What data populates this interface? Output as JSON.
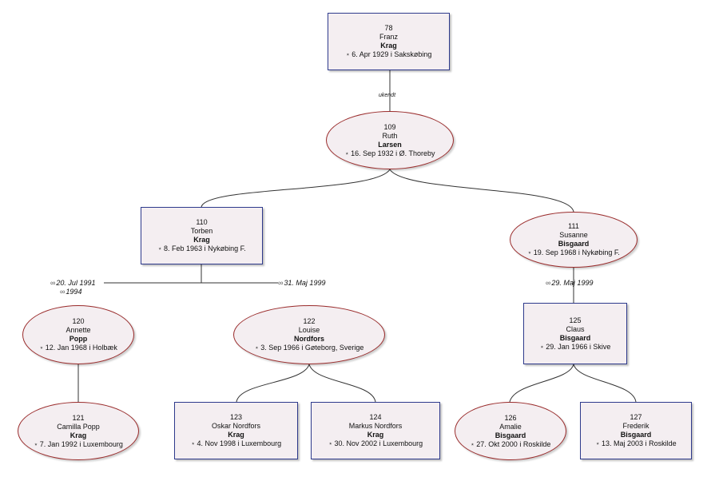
{
  "birth_symbol": "⋆",
  "marriage_symbol": "∞",
  "persons": {
    "p78": {
      "id": "78",
      "given": "Franz",
      "surname": "Krag",
      "birth": "6. Apr 1929 i  Sakskøbing"
    },
    "p109": {
      "id": "109",
      "given": "Ruth",
      "surname": "Larsen",
      "birth": "16. Sep 1932 i  Ø. Thoreby"
    },
    "p110": {
      "id": "110",
      "given": "Torben",
      "surname": "Krag",
      "birth": "8. Feb 1963 i  Nykøbing F."
    },
    "p111": {
      "id": "111",
      "given": "Susanne",
      "surname": "Bisgaard",
      "birth": "19. Sep 1968 i  Nykøbing F."
    },
    "p120": {
      "id": "120",
      "given": "Annette",
      "surname": "Popp",
      "birth": "12. Jan 1968 i  Holbæk"
    },
    "p122": {
      "id": "122",
      "given": "Louise",
      "surname": "Nordfors",
      "birth": "3. Sep 1966 i  Gøteborg, Sverige"
    },
    "p125": {
      "id": "125",
      "given": "Claus",
      "surname": "Bisgaard",
      "birth": "29. Jan 1966 i  Skive"
    },
    "p121": {
      "id": "121",
      "given": "Camilla Popp",
      "surname": "Krag",
      "birth": "7. Jan 1992 i  Luxembourg"
    },
    "p123": {
      "id": "123",
      "given": "Oskar Nordfors",
      "surname": "Krag",
      "birth": "4. Nov 1998 i  Luxembourg"
    },
    "p124": {
      "id": "124",
      "given": "Markus Nordfors",
      "surname": "Krag",
      "birth": "30. Nov 2002 i  Luxembourg"
    },
    "p126": {
      "id": "126",
      "given": "Amalie",
      "surname": "Bisgaard",
      "birth": "27. Okt 2000 i  Roskilde"
    },
    "p127": {
      "id": "127",
      "given": "Frederik",
      "surname": "Bisgaard",
      "birth": "13. Maj 2003 i  Roskilde"
    }
  },
  "relations": {
    "franz_ruth": "ukendt",
    "torben_annette_married": "20. Jul 1991",
    "torben_annette_divorced": "1994",
    "torben_louise_married": "31. Maj 1999",
    "susanne_claus_married": "29. Maj 1999"
  }
}
